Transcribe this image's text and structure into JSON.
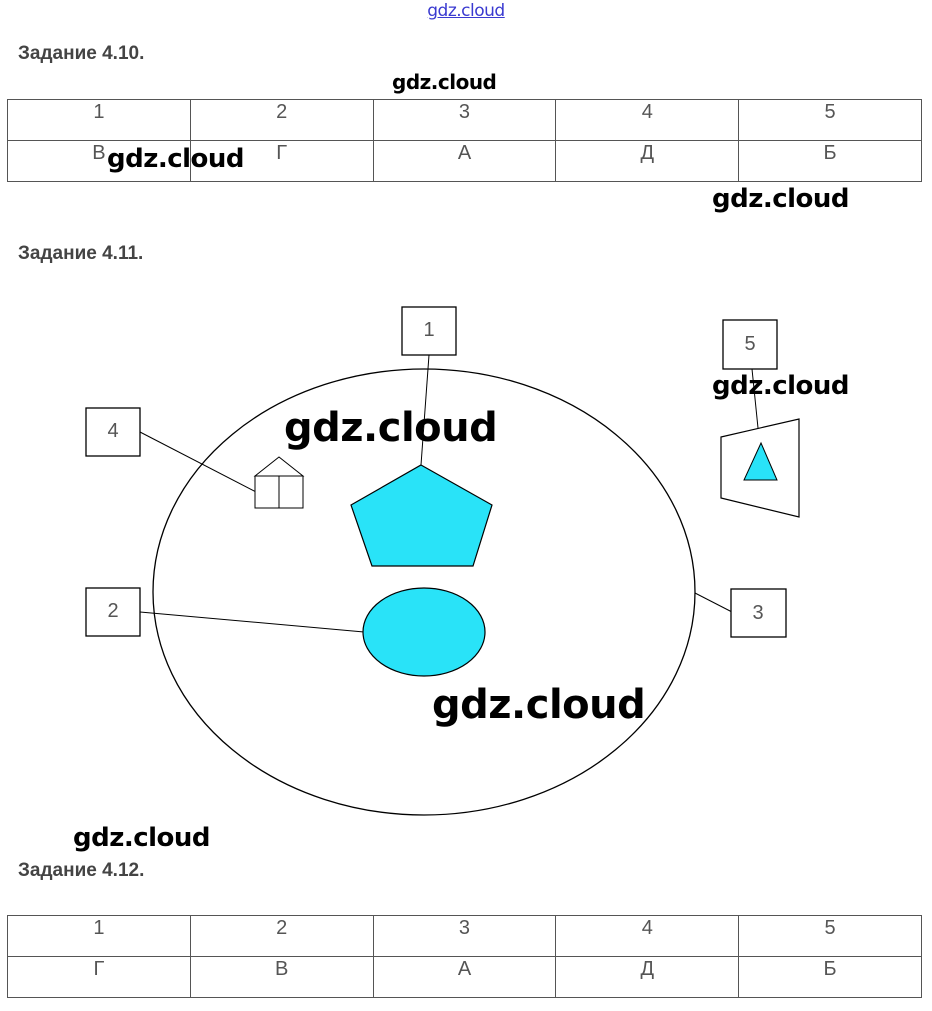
{
  "watermark": "gdz.cloud",
  "top_link": "gdz.cloud",
  "task_4_10": {
    "heading": "Задание 4.10.",
    "header_row": [
      "1",
      "2",
      "3",
      "4",
      "5"
    ],
    "answer_row": [
      "В",
      "Г",
      "А",
      "Д",
      "Б"
    ]
  },
  "task_4_11": {
    "heading": "Задание 4.11.",
    "labels": [
      "1",
      "2",
      "3",
      "4",
      "5"
    ],
    "shape_color": "#29e3f8"
  },
  "task_4_12": {
    "heading": "Задание 4.12.",
    "header_row": [
      "1",
      "2",
      "3",
      "4",
      "5"
    ],
    "answer_row": [
      "Г",
      "В",
      "А",
      "Д",
      "Б"
    ]
  }
}
